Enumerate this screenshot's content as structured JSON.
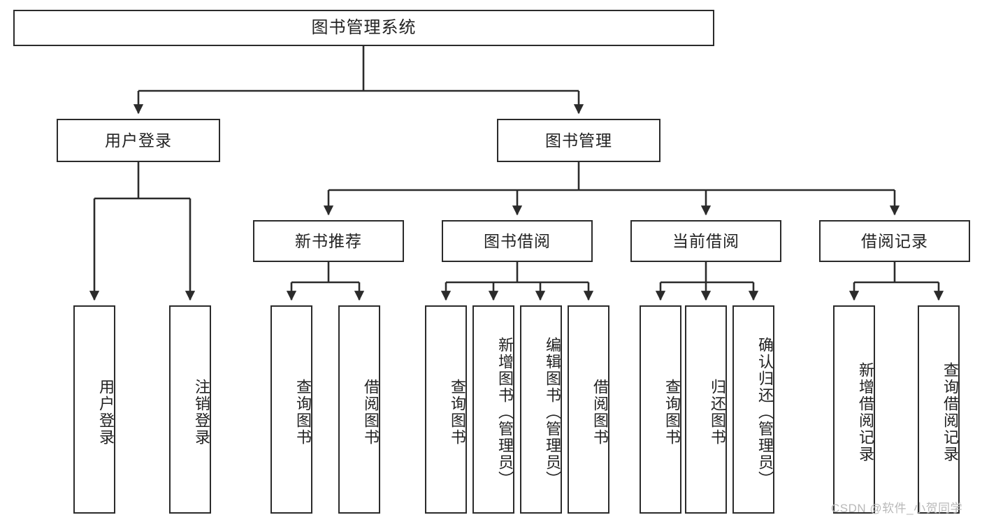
{
  "diagram": {
    "title": "图书管理系统",
    "type": "hierarchy-tree",
    "root": {
      "label": "图书管理系统"
    },
    "level2": [
      {
        "label": "用户登录"
      },
      {
        "label": "图书管理"
      }
    ],
    "level3": [
      {
        "label": "新书推荐"
      },
      {
        "label": "图书借阅"
      },
      {
        "label": "当前借阅"
      },
      {
        "label": "借阅记录"
      }
    ],
    "leaves": {
      "user_login": [
        {
          "label": "用户登录"
        },
        {
          "label": "注销登录"
        }
      ],
      "new_book_recommend": [
        {
          "label": "查询图书"
        },
        {
          "label": "借阅图书"
        }
      ],
      "book_borrow": [
        {
          "label": "查询图书"
        },
        {
          "label": "新增图书（管理员）"
        },
        {
          "label": "编辑图书（管理员）"
        },
        {
          "label": "借阅图书"
        }
      ],
      "current_borrow": [
        {
          "label": "查询图书"
        },
        {
          "label": "归还图书"
        },
        {
          "label": "确认归还（管理员）"
        }
      ],
      "borrow_record": [
        {
          "label": "新增借阅记录"
        },
        {
          "label": "查询借阅记录"
        }
      ]
    }
  },
  "watermark": {
    "text": "CSDN @软件_小贺同学"
  },
  "colors": {
    "border": "#2b2b2b",
    "text": "#222222",
    "background": "#ffffff",
    "watermark": "#b9b9b9"
  }
}
